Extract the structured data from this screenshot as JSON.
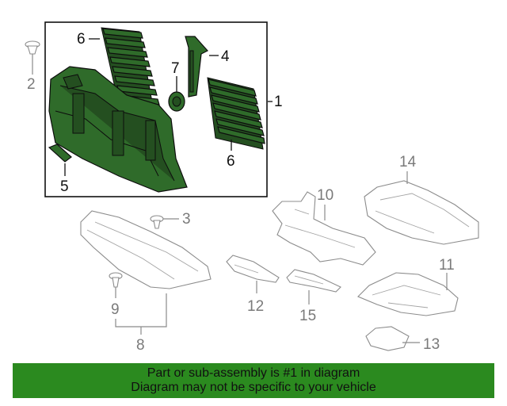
{
  "callouts": {
    "c1": "1",
    "c2": "2",
    "c3": "3",
    "c4": "4",
    "c5": "5",
    "c6a": "6",
    "c6b": "6",
    "c7": "7",
    "c8": "8",
    "c9": "9",
    "c10": "10",
    "c11": "11",
    "c12": "12",
    "c13": "13",
    "c14": "14",
    "c15": "15"
  },
  "banner": {
    "line1": "Part or sub-assembly is #1 in diagram",
    "line2": "Diagram may not be specific to your vehicle",
    "color": "#2b8a1f"
  },
  "colors": {
    "highlight_part": "#2f6b2a",
    "outline_part": "#8c8c8c"
  }
}
